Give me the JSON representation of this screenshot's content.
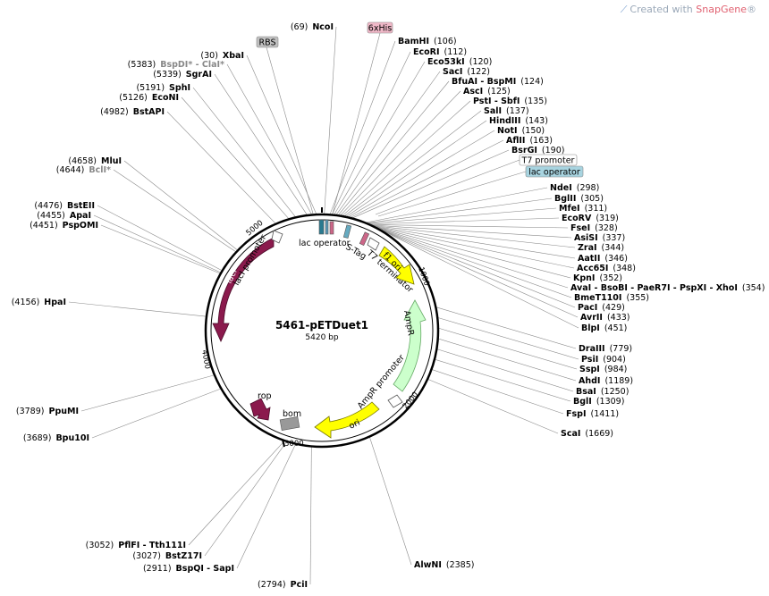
{
  "watermark": {
    "prefix": "Created with ",
    "brand": "SnapGene",
    "suffix": "®"
  },
  "plasmid": {
    "name": "5461-pETDuet1",
    "size": "5420 bp"
  },
  "ticks": [
    "1000",
    "2000",
    "3000",
    "4000",
    "5000"
  ],
  "features": [
    {
      "name": "lacI",
      "kind": "arrow",
      "color": "#8b1a4d"
    },
    {
      "name": "lacI promoter",
      "kind": "small-arrow",
      "color": "#ffffff"
    },
    {
      "name": "lac operator",
      "kind": "box",
      "color": "#2a7a90"
    },
    {
      "name": "S-Tag",
      "kind": "box",
      "color": "#66aac0"
    },
    {
      "name": "T7 terminator",
      "kind": "box",
      "color": "#cc6688"
    },
    {
      "name": "f1 ori",
      "kind": "arrow",
      "color": "#ffff00"
    },
    {
      "name": "AmpR",
      "kind": "arrow",
      "color": "#ccffcc"
    },
    {
      "name": "AmpR promoter",
      "kind": "small-arrow",
      "color": "#ffffff"
    },
    {
      "name": "ori",
      "kind": "arrow",
      "color": "#ffff00"
    },
    {
      "name": "bom",
      "kind": "box",
      "color": "#999999"
    },
    {
      "name": "rop",
      "kind": "arrow",
      "color": "#8b1a4d"
    }
  ],
  "boxed_labels": [
    {
      "text": "RBS",
      "color": "#c0c0c0"
    },
    {
      "text": "6xHis",
      "color": "#f0b8c8"
    },
    {
      "text": "T7 promoter",
      "color": "#ffffff"
    },
    {
      "text": "lac operator",
      "color": "#a8d4e0"
    }
  ],
  "sites_right": [
    {
      "name": "BamHI",
      "pos": "(106)"
    },
    {
      "name": "EcoRI",
      "pos": "(112)"
    },
    {
      "name": "Eco53kI",
      "pos": "(120)"
    },
    {
      "name": "SacI",
      "pos": "(122)"
    },
    {
      "name": "BfuAI - BspMI",
      "pos": "(124)"
    },
    {
      "name": "AscI",
      "pos": "(125)"
    },
    {
      "name": "PstI - SbfI",
      "pos": "(135)"
    },
    {
      "name": "SalI",
      "pos": "(137)"
    },
    {
      "name": "HindIII",
      "pos": "(143)"
    },
    {
      "name": "NotI",
      "pos": "(150)"
    },
    {
      "name": "AflII",
      "pos": "(163)"
    },
    {
      "name": "BsrGI",
      "pos": "(190)"
    },
    {
      "name": "NdeI",
      "pos": "(298)"
    },
    {
      "name": "BglII",
      "pos": "(305)"
    },
    {
      "name": "MfeI",
      "pos": "(311)"
    },
    {
      "name": "EcoRV",
      "pos": "(319)"
    },
    {
      "name": "FseI",
      "pos": "(328)"
    },
    {
      "name": "AsiSI",
      "pos": "(337)"
    },
    {
      "name": "ZraI",
      "pos": "(344)"
    },
    {
      "name": "AatII",
      "pos": "(346)"
    },
    {
      "name": "Acc65I",
      "pos": "(348)"
    },
    {
      "name": "KpnI",
      "pos": "(352)"
    },
    {
      "name": "AvaI - BsoBI - PaeR7I - PspXI - XhoI",
      "pos": "(354)"
    },
    {
      "name": "BmeT110I",
      "pos": "(355)"
    },
    {
      "name": "PacI",
      "pos": "(429)"
    },
    {
      "name": "AvrII",
      "pos": "(433)"
    },
    {
      "name": "BlpI",
      "pos": "(451)"
    },
    {
      "name": "DraIII",
      "pos": "(779)"
    },
    {
      "name": "PsiI",
      "pos": "(904)"
    },
    {
      "name": "SspI",
      "pos": "(984)"
    },
    {
      "name": "AhdI",
      "pos": "(1189)"
    },
    {
      "name": "BsaI",
      "pos": "(1250)"
    },
    {
      "name": "BglI",
      "pos": "(1309)"
    },
    {
      "name": "FspI",
      "pos": "(1411)"
    },
    {
      "name": "ScaI",
      "pos": "(1669)"
    },
    {
      "name": "AlwNI",
      "pos": "(2385)"
    }
  ],
  "sites_left": [
    {
      "pos": "(69)",
      "name": "NcoI",
      "grey": false
    },
    {
      "pos": "(30)",
      "name": "XbaI",
      "grey": false
    },
    {
      "pos": "(5383)",
      "name": "BspDI* - ClaI*",
      "grey": true
    },
    {
      "pos": "(5339)",
      "name": "SgrAI",
      "grey": false
    },
    {
      "pos": "(5191)",
      "name": "SphI",
      "grey": false
    },
    {
      "pos": "(5126)",
      "name": "EcoNI",
      "grey": false
    },
    {
      "pos": "(4982)",
      "name": "BstAPI",
      "grey": false
    },
    {
      "pos": "(4658)",
      "name": "MluI",
      "grey": false
    },
    {
      "pos": "(4644)",
      "name": "BclI*",
      "grey": true
    },
    {
      "pos": "(4476)",
      "name": "BstEII",
      "grey": false
    },
    {
      "pos": "(4455)",
      "name": "ApaI",
      "grey": false
    },
    {
      "pos": "(4451)",
      "name": "PspOMI",
      "grey": false
    },
    {
      "pos": "(4156)",
      "name": "HpaI",
      "grey": false
    },
    {
      "pos": "(3789)",
      "name": "PpuMI",
      "grey": false
    },
    {
      "pos": "(3689)",
      "name": "Bpu10I",
      "grey": false
    },
    {
      "pos": "(3052)",
      "name": "PflFI - Tth111I",
      "grey": false
    },
    {
      "pos": "(3027)",
      "name": "BstZ17I",
      "grey": false
    },
    {
      "pos": "(2911)",
      "name": "BspQI - SapI",
      "grey": false
    },
    {
      "pos": "(2794)",
      "name": "PciI",
      "grey": false
    }
  ]
}
